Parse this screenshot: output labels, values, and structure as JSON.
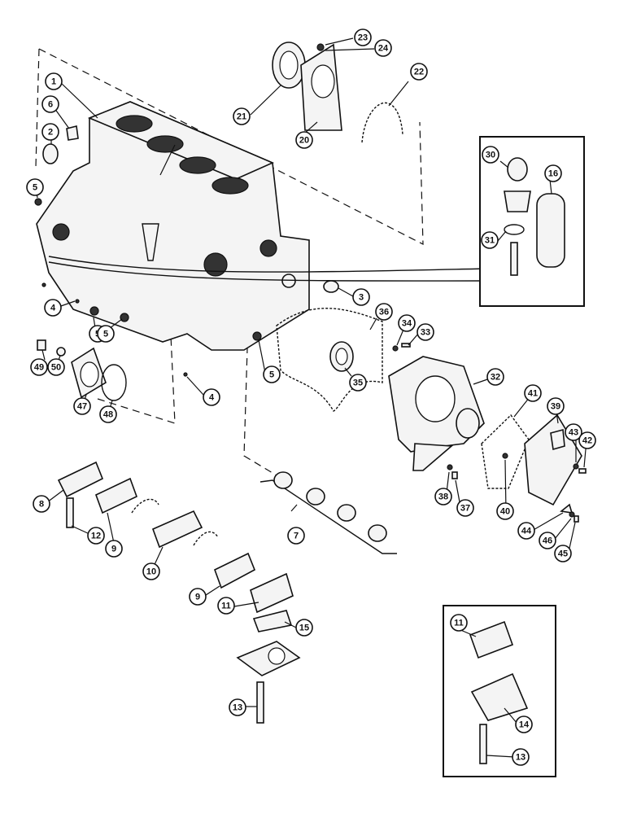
{
  "callouts": [
    {
      "id": "callout-1",
      "label": "1"
    },
    {
      "id": "callout-6",
      "label": "6"
    },
    {
      "id": "callout-2",
      "label": "2"
    },
    {
      "id": "callout-5-left",
      "label": "5"
    },
    {
      "id": "callout-4-a",
      "label": "4"
    },
    {
      "id": "callout-5-a",
      "label": "5"
    },
    {
      "id": "callout-5-b",
      "label": "5"
    },
    {
      "id": "callout-4-c",
      "label": "4"
    },
    {
      "id": "callout-5-c",
      "label": "5"
    },
    {
      "id": "callout-3",
      "label": "3"
    },
    {
      "id": "callout-21",
      "label": "21"
    },
    {
      "id": "callout-20",
      "label": "20"
    },
    {
      "id": "callout-22",
      "label": "22"
    },
    {
      "id": "callout-23",
      "label": "23"
    },
    {
      "id": "callout-24",
      "label": "24"
    },
    {
      "id": "callout-30",
      "label": "30"
    },
    {
      "id": "callout-16",
      "label": "16"
    },
    {
      "id": "callout-31",
      "label": "31"
    },
    {
      "id": "callout-36",
      "label": "36"
    },
    {
      "id": "callout-34",
      "label": "34"
    },
    {
      "id": "callout-33",
      "label": "33"
    },
    {
      "id": "callout-35",
      "label": "35"
    },
    {
      "id": "callout-32",
      "label": "32"
    },
    {
      "id": "callout-41",
      "label": "41"
    },
    {
      "id": "callout-39",
      "label": "39"
    },
    {
      "id": "callout-43",
      "label": "43"
    },
    {
      "id": "callout-42",
      "label": "42"
    },
    {
      "id": "callout-38",
      "label": "38"
    },
    {
      "id": "callout-37",
      "label": "37"
    },
    {
      "id": "callout-40",
      "label": "40"
    },
    {
      "id": "callout-44",
      "label": "44"
    },
    {
      "id": "callout-46",
      "label": "46"
    },
    {
      "id": "callout-45",
      "label": "45"
    },
    {
      "id": "callout-49",
      "label": "49"
    },
    {
      "id": "callout-50",
      "label": "50"
    },
    {
      "id": "callout-47",
      "label": "47"
    },
    {
      "id": "callout-48",
      "label": "48"
    },
    {
      "id": "callout-8",
      "label": "8"
    },
    {
      "id": "callout-12",
      "label": "12"
    },
    {
      "id": "callout-9-upper",
      "label": "9"
    },
    {
      "id": "callout-10",
      "label": "10"
    },
    {
      "id": "callout-9-lower",
      "label": "9"
    },
    {
      "id": "callout-11",
      "label": "11"
    },
    {
      "id": "callout-15",
      "label": "15"
    },
    {
      "id": "callout-13",
      "label": "13"
    },
    {
      "id": "callout-7",
      "label": "7"
    },
    {
      "id": "callout-inset-11",
      "label": "11"
    },
    {
      "id": "callout-inset-14",
      "label": "14"
    },
    {
      "id": "callout-inset-13",
      "label": "13"
    }
  ]
}
